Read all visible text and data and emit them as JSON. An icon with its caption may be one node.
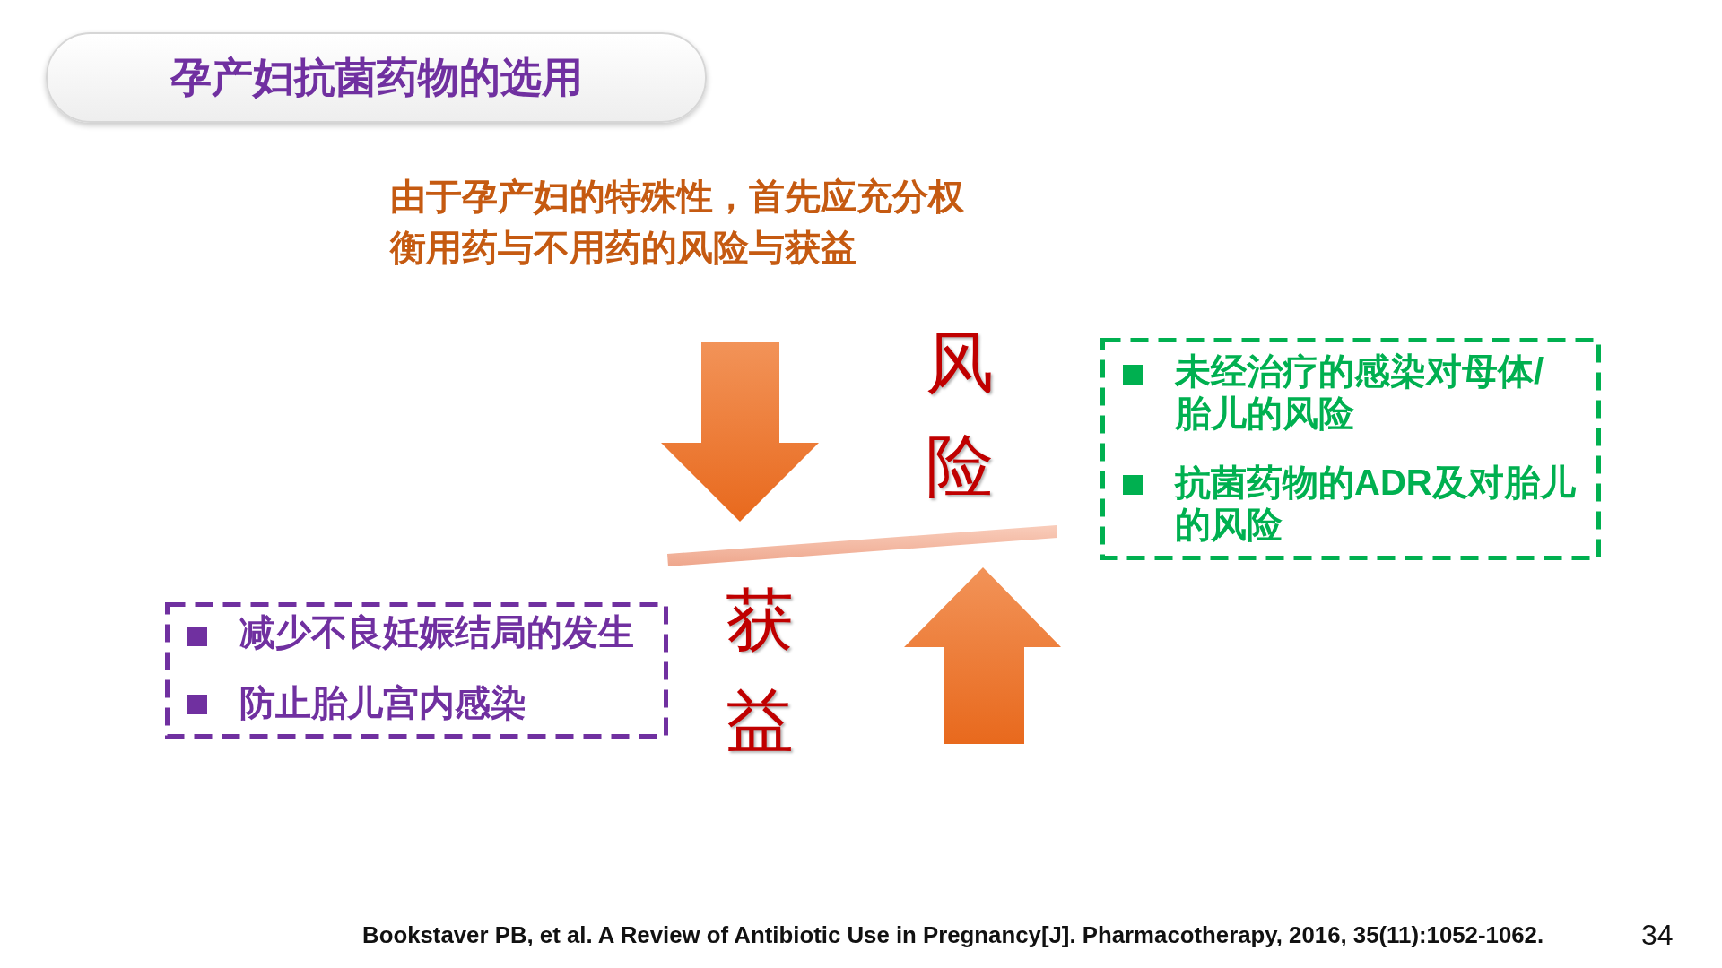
{
  "diagram": {
    "title": "孕产妇抗菌药物的选用",
    "nodes": [
      {
        "text": [
          "未经治疗的感染对母体/胎儿的风险",
          "抗菌药物的ADR及对胎儿的风险"
        ]
      },
      {
        "text": [],
        "shape": "bar"
      },
      {
        "text": [
          "减少不良妊娠结局的发生",
          "防止胎儿宫内感染"
        ]
      }
    ],
    "labels": [
      "由于孕产妇的特殊性，首先应充分权衡用药与不用药的风险与获益",
      "风险",
      "获益",
      "Bookstaver PB, et al. A Review of Antibiotic Use in Pregnancy[J]. Pharmacotherapy, 2016, 35(11):1052-1062.",
      "34"
    ]
  }
}
